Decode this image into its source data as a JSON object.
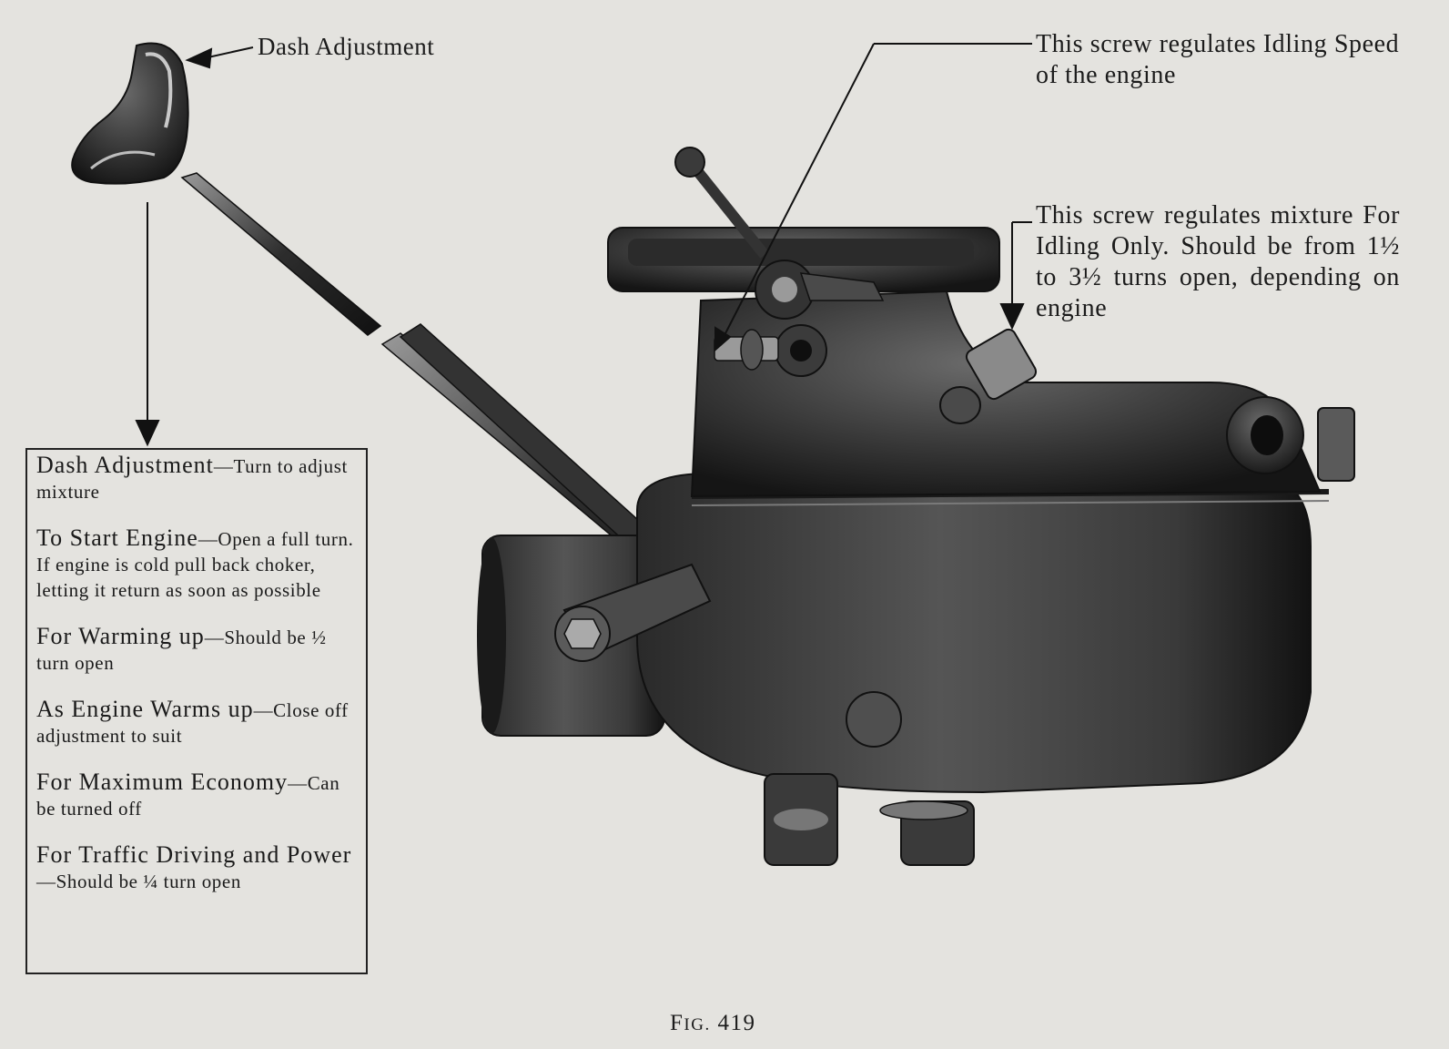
{
  "callouts": {
    "dash": "Dash Adjustment",
    "idle_speed": "This screw regulates Idling Speed of the engine",
    "idle_mixture": "This screw regulates mix­ture For Idling Only. Should be from 1½ to 3½ turns open, depending on engine"
  },
  "legend": {
    "items": [
      {
        "heading": "Dash Adjustment",
        "text": "—Turn to adjust mixture"
      },
      {
        "heading": "To Start Engine",
        "text": "—Open a full turn. If engine is cold pull back choker, letting it return as soon as possible"
      },
      {
        "heading": "For Warming up",
        "text": "—Should be ½ turn open"
      },
      {
        "heading": "As Engine Warms up",
        "text": "—Close off adjustment to suit"
      },
      {
        "heading": "For Maximum Economy",
        "text": "—Can be turned off"
      },
      {
        "heading": "For Traffic Driving and Power",
        "text": "—Should be ¼ turn open"
      }
    ]
  },
  "figure": {
    "prefix": "F",
    "smallcaps": "IG.",
    "number": "419"
  },
  "colors": {
    "paper": "#e4e3df",
    "ink": "#1b1b1b",
    "metal": "#3a3a3a"
  }
}
